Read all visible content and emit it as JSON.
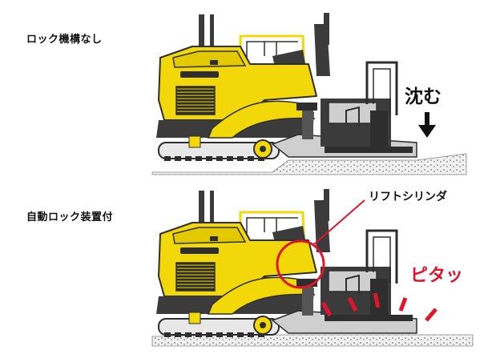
{
  "panels": [
    {
      "label": "ロック機構なし",
      "effect_text": "沈む"
    },
    {
      "label": "自動ロック装置付",
      "callout": "リフトシリンダ",
      "effect_text": "ピタッ"
    }
  ],
  "colors": {
    "body_yellow": "#f2d808",
    "dark": "#3b3b3b",
    "highlight_red": "#e0142b",
    "ground": "#e8e8e8"
  }
}
